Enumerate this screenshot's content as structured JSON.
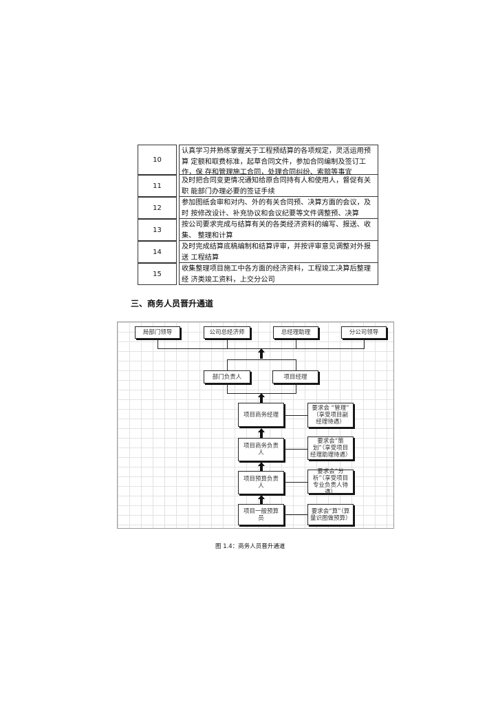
{
  "table": {
    "rows": [
      {
        "no": "10",
        "text": "认真学习并熟练掌握关于工程预结算的各项规定，灵活运用预算 定额和取费标准，起草合同文件，参加合同编制及签订工作，保 存和管理施工合同，处理合同纠纷、索赔等事宜"
      },
      {
        "no": "11",
        "text": "及时把合同变更情况通知给原合同持有人和使用人，督促有关职 能部门办理必要的签证手续"
      },
      {
        "no": "12",
        "text": "参加图纸会审和对内、外的有关合同预、决算方面的会议，及时 按修改设计、补充协议和会议纪要等文件调整预、决算"
      },
      {
        "no": "13",
        "text": "按公司要求完成与结算有关的各类经济资料的编写、报送、收集、 整理和计算"
      },
      {
        "no": "14",
        "text": "及时完成结算底稿编制和结算评审，并按评审意见调整对外报送 工程结算"
      },
      {
        "no": "15",
        "text": "收集整理项目施工中各方面的经济资料，工程竣工决算后整理经 济类竣工资料，上交分公司"
      }
    ]
  },
  "section_heading": "三、商务人员晋升通道",
  "diagram": {
    "top": [
      "局部门领导",
      "公司总经济师",
      "总经理助理",
      "分公司领导"
    ],
    "middle": [
      "部门负责人",
      "项目经理"
    ],
    "ladder": [
      {
        "role": "项目商务经理",
        "requirement": "要求会 “管理” （享受项目副经理待遇）"
      },
      {
        "role": "项目商务负责人",
        "requirement": "要求会“策划”（享受项目经理助理待遇）"
      },
      {
        "role": "项目预算负责人",
        "requirement": "要求会“分析”（享受项目专业负责人待遇）"
      },
      {
        "role": "项目一般预算员",
        "requirement": "要求会“算”（算量识图做预算）"
      }
    ]
  },
  "caption": "图 1.4：商务人员晋升通道"
}
